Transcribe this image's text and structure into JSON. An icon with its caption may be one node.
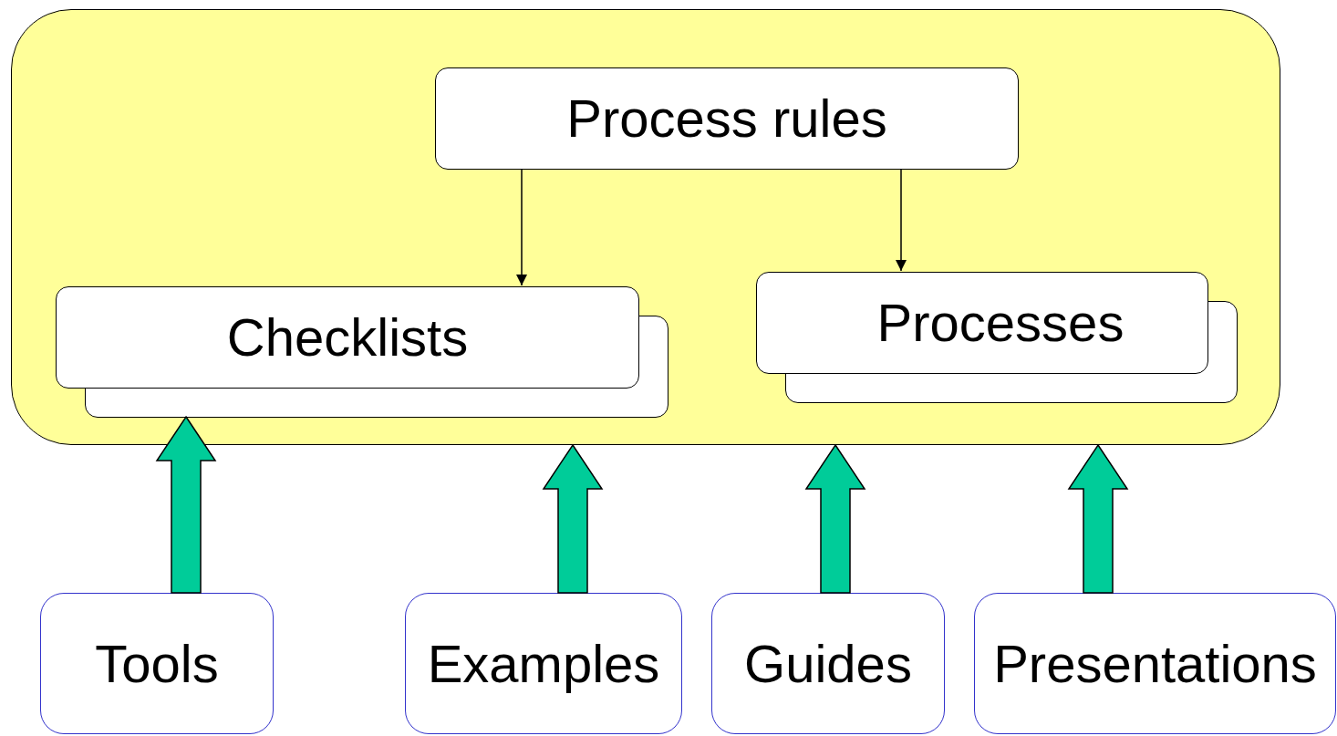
{
  "diagram": {
    "nodes": [
      {
        "text": [],
        "shape": "box"
      },
      {
        "text": [
          "Process rules"
        ],
        "in": 0
      },
      {
        "text": [
          "Checklists"
        ],
        "in": 0
      },
      {
        "text": [
          "Processes"
        ],
        "in": 0
      },
      {
        "text": [
          "Tools"
        ]
      },
      {
        "text": [
          "Examples"
        ]
      },
      {
        "text": [
          "Guides"
        ]
      },
      {
        "text": [
          "Presentations"
        ]
      }
    ],
    "edges": [
      {
        "from": 1,
        "to": 2,
        "arrow": "to"
      },
      {
        "from": 1,
        "to": 3,
        "arrow": "to"
      },
      {
        "from": 4,
        "to": 2,
        "arrow": "to",
        "style": "thick",
        "color": "#00cc99"
      },
      {
        "from": 5,
        "to": 0,
        "arrow": "to",
        "style": "thick",
        "color": "#00cc99"
      },
      {
        "from": 6,
        "to": 0,
        "arrow": "to",
        "style": "thick",
        "color": "#00cc99"
      },
      {
        "from": 7,
        "to": 0,
        "arrow": "to",
        "style": "thick",
        "color": "#00cc99"
      }
    ]
  }
}
